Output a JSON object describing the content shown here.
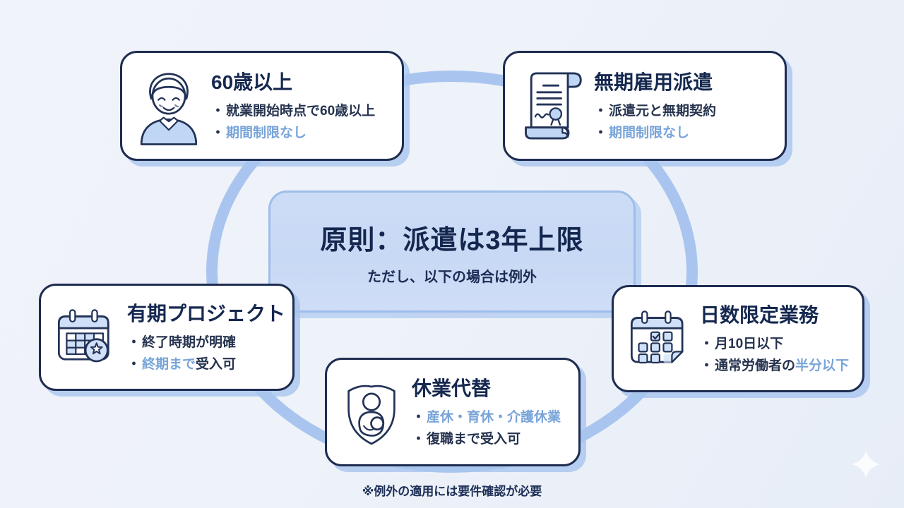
{
  "ui": {
    "bullet_char": "・"
  },
  "center": {
    "title": "原則：派遣は3年上限",
    "subtitle": "ただし、以下の場合は例外"
  },
  "cards": [
    {
      "title": "60歳以上",
      "icon": "elderly-man-icon",
      "bullets": [
        {
          "pre": "就業開始時点で60歳以上",
          "blue": "",
          "post": ""
        },
        {
          "pre": "",
          "blue": "期間制限なし",
          "post": ""
        }
      ]
    },
    {
      "title": "無期雇用派遣",
      "icon": "contract-scroll-icon",
      "bullets": [
        {
          "pre": "派遣元と無期契約",
          "blue": "",
          "post": ""
        },
        {
          "pre": "",
          "blue": "期間制限なし",
          "post": ""
        }
      ]
    },
    {
      "title": "有期プロジェクト",
      "icon": "calendar-star-icon",
      "bullets": [
        {
          "pre": "終了時期が明確",
          "blue": "",
          "post": ""
        },
        {
          "pre": "",
          "blue": "終期まで",
          "post": "受入可"
        }
      ]
    },
    {
      "title": "日数限定業務",
      "icon": "calendar-check-icon",
      "bullets": [
        {
          "pre": "月10日以下",
          "blue": "",
          "post": ""
        },
        {
          "pre": "通常労働者の",
          "blue": "半分以下",
          "post": ""
        }
      ]
    },
    {
      "title": "休業代替",
      "icon": "shield-mother-icon",
      "bullets": [
        {
          "pre": "",
          "blue": "産休・育休・介護休業",
          "post": ""
        },
        {
          "pre": "復職まで受入可",
          "blue": "",
          "post": ""
        }
      ]
    }
  ],
  "footnote": "※例外の適用には要件確認が必要",
  "colors": {
    "background": "#eef2f9",
    "ring": "#a9c5ef",
    "card_border": "#1e2c50",
    "card_shadow": "#b9cfef",
    "title_navy": "#15284f",
    "blue_text": "#78a4d9",
    "center_fill": "#cbdaf5",
    "center_border": "#9dbdea",
    "icon_blue_fill": "#bfd6f4"
  }
}
